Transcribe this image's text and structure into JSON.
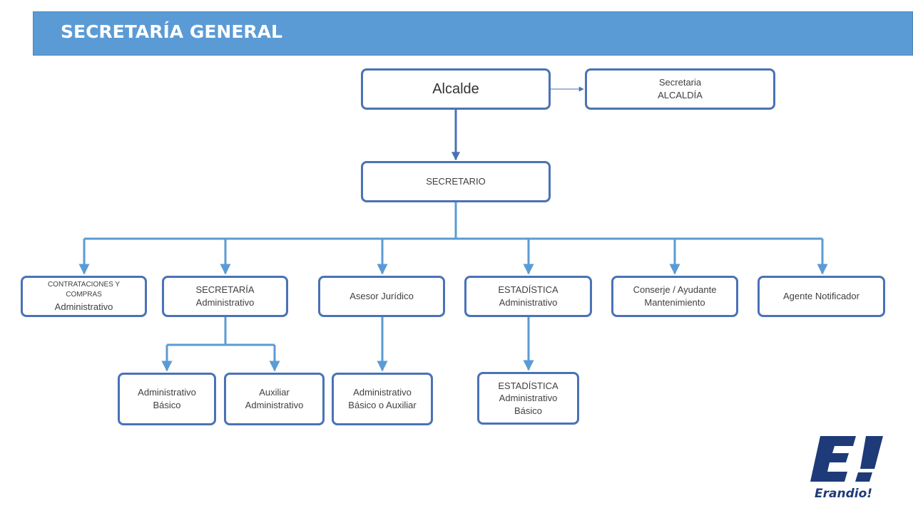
{
  "header": {
    "title": "SECRETARÍA GENERAL"
  },
  "nodes": {
    "alcalde": {
      "label": "Alcalde"
    },
    "secretaria_alcaldia": {
      "line1": "Secretaria",
      "line2": "ALCALDÍA"
    },
    "secretario": {
      "label": "SECRETARIO"
    },
    "contrataciones": {
      "line1": "CONTRATACIONES  Y",
      "line2": "COMPRAS",
      "line3": "Administrativo"
    },
    "secretaria": {
      "line1": "SECRETARÍA",
      "line2": "Administrativo"
    },
    "asesor_juridico": {
      "label": "Asesor Jurídico"
    },
    "estadistica": {
      "line1": "ESTADÍSTICA",
      "line2": "Administrativo"
    },
    "conserje": {
      "line1": "Conserje / Ayudante",
      "line2": "Mantenimiento"
    },
    "agente_notificador": {
      "label": "Agente Notificador"
    },
    "administrativo_basico": {
      "line1": "Administrativo",
      "line2": "Básico"
    },
    "auxiliar_administrativo": {
      "line1": "Auxiliar",
      "line2": "Administrativo"
    },
    "administrativo_basico_auxiliar": {
      "line1": "Administrativo",
      "line2": "Básico o Auxiliar"
    },
    "estadistica_basico": {
      "line1": "ESTADÍSTICA",
      "line2": "Administrativo",
      "line3": "Básico"
    }
  },
  "logo": {
    "mark": "E!",
    "wordmark": "Erandio!",
    "color": "#1f3a78"
  }
}
